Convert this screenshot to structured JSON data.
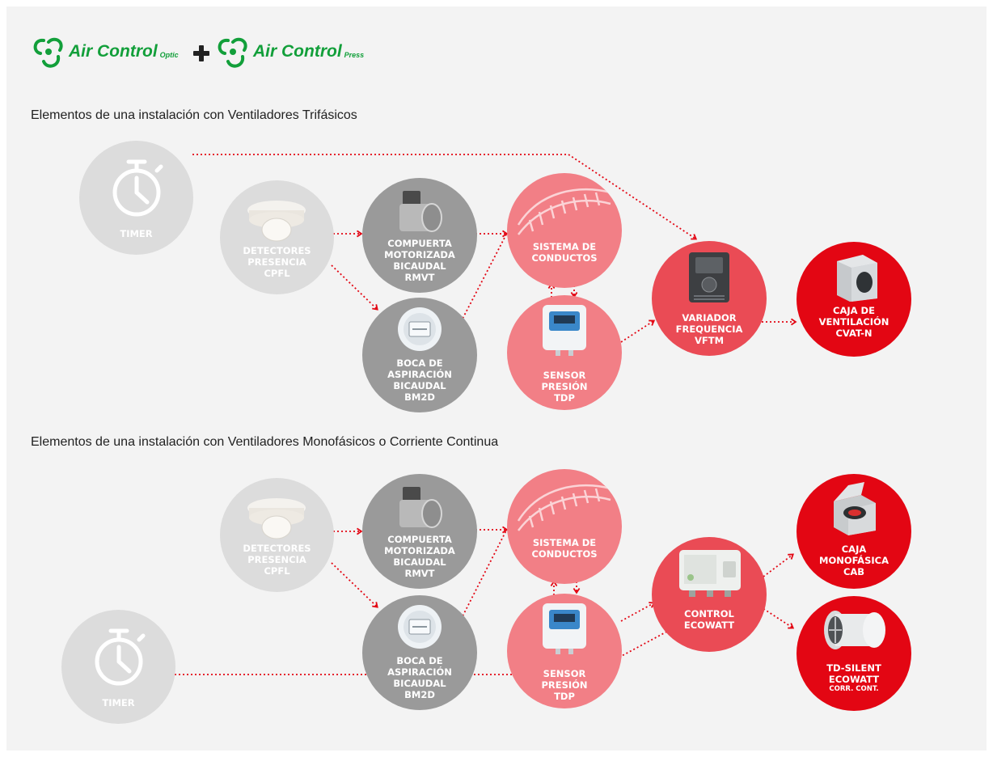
{
  "header": {
    "logo_optic": {
      "name": "Air Control",
      "suffix": "Optic"
    },
    "logo_press": {
      "name": "Air Control",
      "suffix": "Press"
    }
  },
  "sections": [
    {
      "title": "Elementos de una instalación con Ventiladores Trifásicos",
      "nodes": {
        "timer": {
          "label": "TIMER",
          "icon": "stopwatch-icon"
        },
        "detectores": {
          "label": "DETECTORES\nPRESENCIA\nCPFL",
          "icon": "presence-detector-icon"
        },
        "compuerta": {
          "label": "COMPUERTA\nMOTORIZADA\nBICAUDAL\nRMVT",
          "icon": "motorized-damper-icon"
        },
        "boca": {
          "label": "BOCA DE\nASPIRACIÓN\nBICAUDAL\nBM2D",
          "icon": "extract-valve-icon"
        },
        "sistema": {
          "label": "SISTEMA DE\nCONDUCTOS",
          "icon": "duct-icon"
        },
        "sensor": {
          "label": "SENSOR\nPRESIÓN\nTDP",
          "icon": "pressure-sensor-icon"
        },
        "variador": {
          "label": "VARIADOR\nFREQUENCIA\nVFTM",
          "icon": "frequency-inverter-icon"
        },
        "caja": {
          "label": "CAJA DE\nVENTILACIÓN\nCVAT-N",
          "icon": "ventilation-box-icon"
        }
      }
    },
    {
      "title": "Elementos de una instalación con Ventiladores Monofásicos o Corriente Continua",
      "nodes": {
        "detectores": {
          "label": "DETECTORES\nPRESENCIA\nCPFL",
          "icon": "presence-detector-icon"
        },
        "compuerta": {
          "label": "COMPUERTA\nMOTORIZADA\nBICAUDAL\nRMVT",
          "icon": "motorized-damper-icon"
        },
        "boca": {
          "label": "BOCA DE\nASPIRACIÓN\nBICAUDAL\nBM2D",
          "icon": "extract-valve-icon"
        },
        "sistema": {
          "label": "SISTEMA DE\nCONDUCTOS",
          "icon": "duct-icon"
        },
        "sensor": {
          "label": "SENSOR\nPRESIÓN\nTDP",
          "icon": "pressure-sensor-icon"
        },
        "control": {
          "label": "CONTROL\nECOWATT",
          "icon": "control-box-icon"
        },
        "caja": {
          "label": "CAJA\nMONOFÁSICA\nCAB",
          "icon": "single-phase-box-icon"
        },
        "tdsilent": {
          "label": "TD-SILENT\nECOWATT",
          "sublabel": "CORR. CONT.",
          "icon": "inline-duct-fan-icon"
        },
        "timer": {
          "label": "TIMER",
          "icon": "stopwatch-icon"
        }
      }
    }
  ],
  "colors": {
    "accent_red": "#e30613",
    "coral": "#ea4b55",
    "pink": "#f27f86",
    "dark_grey": "#9a9a9a",
    "light_grey": "#dcdcdc",
    "logo_green": "#129f3a",
    "connector": "#e30613"
  }
}
